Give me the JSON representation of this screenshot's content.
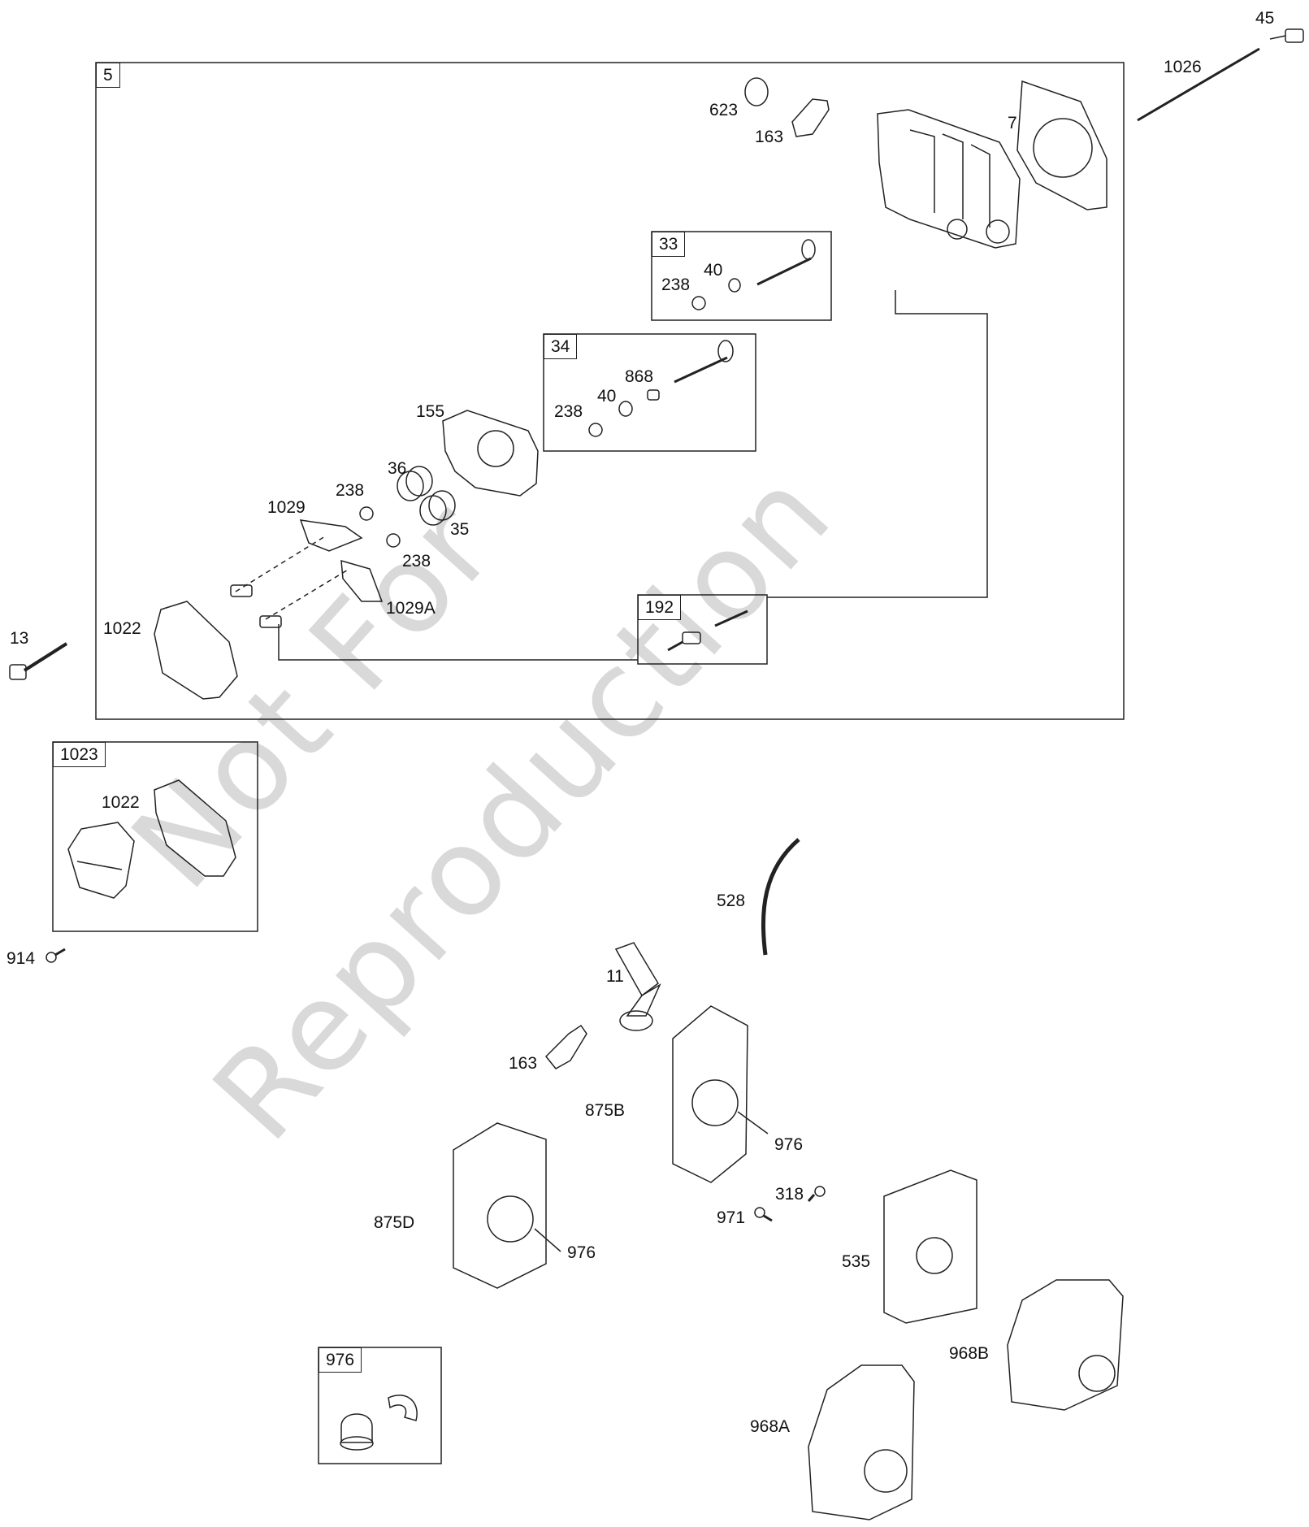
{
  "watermark": {
    "line1": "Not For",
    "line2": "Reproduction"
  },
  "groups": {
    "g5": "5",
    "g33": "33",
    "g34": "34",
    "g192": "192",
    "g1023": "1023",
    "g976": "976"
  },
  "labels": {
    "p45": "45",
    "p1026": "1026",
    "p623": "623",
    "p163a": "163",
    "p7": "7",
    "p40a": "40",
    "p238a": "238",
    "p868": "868",
    "p40b": "40",
    "p238b": "238",
    "p155": "155",
    "p36": "36",
    "p238c": "238",
    "p35": "35",
    "p1029": "1029",
    "p238d": "238",
    "p1029a": "1029A",
    "p13": "13",
    "p1022a": "1022",
    "p1022b": "1022",
    "p914": "914",
    "p528": "528",
    "p11": "11",
    "p163b": "163",
    "p875b": "875B",
    "p976a": "976",
    "p318": "318",
    "p971": "971",
    "p875d": "875D",
    "p976b": "976",
    "p535": "535",
    "p968b": "968B",
    "p968a": "968A"
  }
}
